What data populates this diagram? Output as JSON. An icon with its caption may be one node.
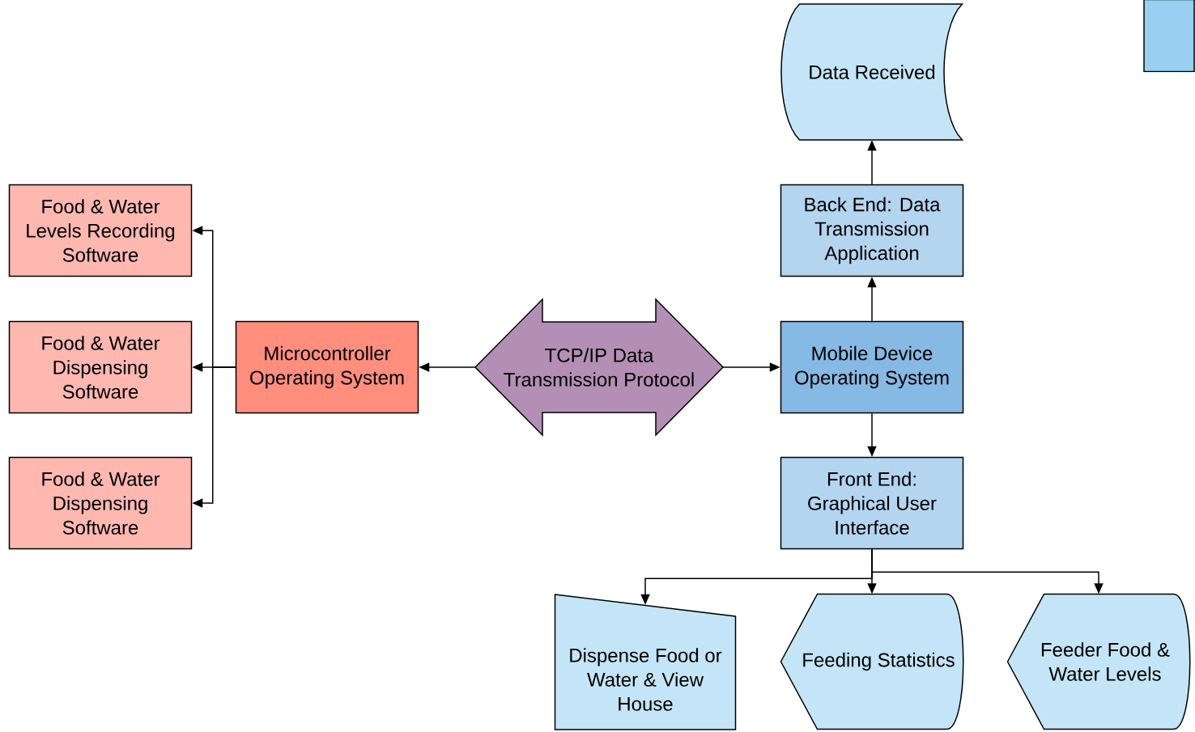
{
  "diagram": {
    "nodes": [
      {
        "text": [
          "Data Received"
        ]
      },
      {
        "text": [
          "Back End: Data Transmission Application"
        ]
      },
      {
        "text": [
          "Food & Water Levels Recording Software"
        ]
      },
      {
        "text": [
          "Food & Water Dispensing Software"
        ]
      },
      {
        "text": [
          "Microcontroller Operating System"
        ]
      },
      {
        "text": [
          "TCP/IP Data Transmission Protocol"
        ]
      },
      {
        "text": [
          "Mobile Device Operating System"
        ]
      },
      {
        "text": [
          "Food & Water Dispensing Software"
        ]
      },
      {
        "text": [
          "Front End: Graphical User Interface"
        ]
      },
      {
        "text": [
          "Dispense Food or Water & View House"
        ]
      },
      {
        "text": [
          "Feeding Statistics"
        ]
      },
      {
        "text": [
          "Feeder Food & Water Levels"
        ]
      },
      {
        "text": [],
        "shape": "box"
      }
    ],
    "edges": [
      {
        "from": 5,
        "to": 4,
        "arrow": "to"
      },
      {
        "from": 5,
        "to": 6,
        "arrow": "to"
      },
      {
        "from": 4,
        "to": 2,
        "arrow": "to"
      },
      {
        "from": 4,
        "to": 3,
        "arrow": "to"
      },
      {
        "from": 4,
        "to": 7,
        "arrow": "to"
      },
      {
        "from": 6,
        "to": 1,
        "arrow": "to"
      },
      {
        "from": 1,
        "to": 0,
        "arrow": "to"
      },
      {
        "from": 6,
        "to": 8,
        "arrow": "to"
      },
      {
        "from": 8,
        "to": 9,
        "arrow": "to"
      },
      {
        "from": 8,
        "to": 10,
        "arrow": "to"
      },
      {
        "from": 8,
        "to": 11,
        "arrow": "to"
      }
    ]
  }
}
